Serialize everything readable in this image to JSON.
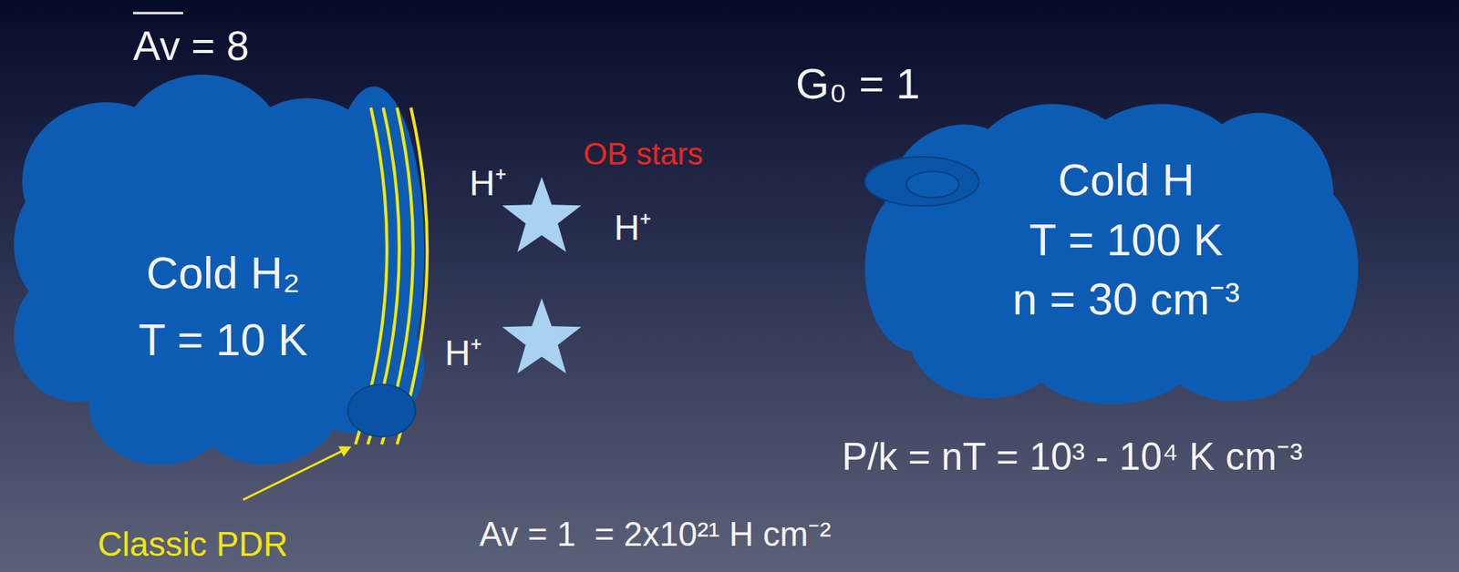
{
  "diagram": {
    "nodes": [
      {
        "text": [
          "Cold H₂",
          "T = 10 K"
        ]
      },
      {
        "text": [
          "Cold H",
          "T = 100 K",
          "n = 30 cm⁻³"
        ]
      }
    ],
    "labels": [
      "Av = 8",
      "H⁺",
      "OB stars",
      "H⁺",
      "H⁺",
      "G₀ = 1",
      "P/k = nT = 10³ - 10⁴ K cm⁻³",
      "Classic PDR",
      "Av = 1  = 2x10²¹ H cm⁻²"
    ]
  }
}
